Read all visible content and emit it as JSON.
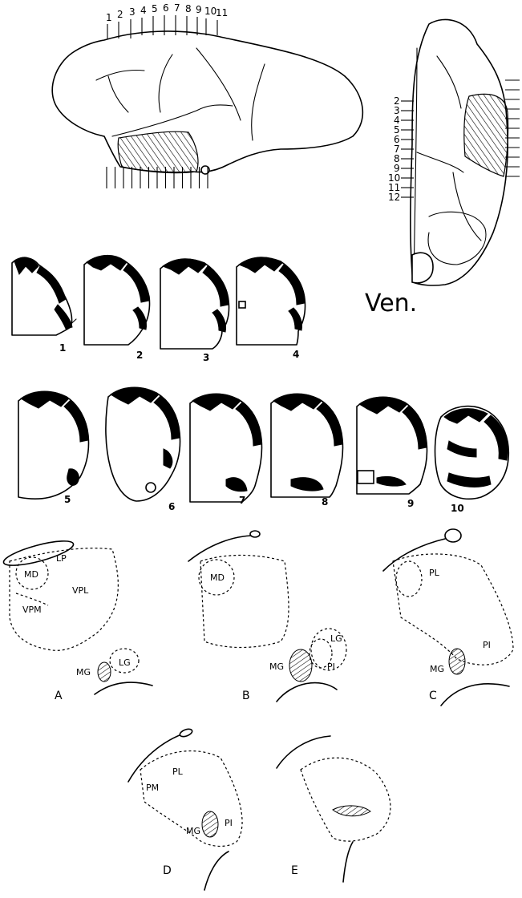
{
  "lateral_view": {
    "top_numbers": [
      "1",
      "2",
      "3",
      "4",
      "5",
      "6",
      "7",
      "8",
      "9",
      "10",
      "11"
    ]
  },
  "ventral_view": {
    "caption": "Ven.",
    "left_numbers": [
      "2",
      "3",
      "4",
      "5",
      "6",
      "7",
      "8",
      "9",
      "10",
      "11",
      "12"
    ]
  },
  "sections": {
    "row1": [
      "1",
      "2",
      "3",
      "4"
    ],
    "row2": [
      "5",
      "6",
      "7",
      "8",
      "9",
      "10"
    ]
  },
  "thalamus_panels": {
    "A": {
      "label": "A",
      "nuclei": [
        "LP",
        "MD",
        "VPL",
        "VPM",
        "LG",
        "MG"
      ]
    },
    "B": {
      "label": "B",
      "nuclei": [
        "MD",
        "LG",
        "MG",
        "PI"
      ]
    },
    "C": {
      "label": "C",
      "nuclei": [
        "PL",
        "PI",
        "MG"
      ]
    },
    "D": {
      "label": "D",
      "nuclei": [
        "PL",
        "PM",
        "PI",
        "MG"
      ]
    },
    "E": {
      "label": "E",
      "nuclei": []
    }
  }
}
